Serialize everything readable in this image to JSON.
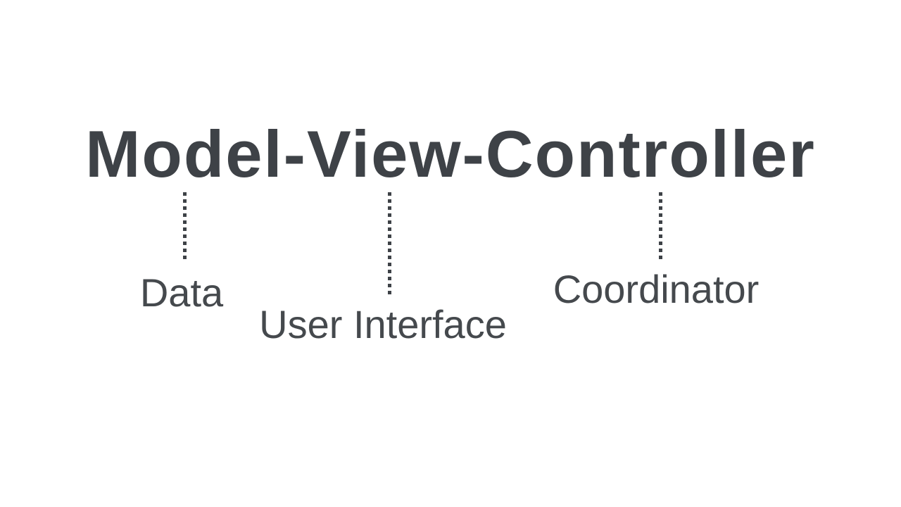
{
  "colors": {
    "background": "#ffffff",
    "title": "#3e4247",
    "line": "#3e4247",
    "label": "#45494d"
  },
  "diagram": {
    "title": "Model-View-Controller",
    "annotations": [
      {
        "term": "Model",
        "meaning": "Data"
      },
      {
        "term": "View",
        "meaning": "User Interface"
      },
      {
        "term": "Controller",
        "meaning": "Coordinator"
      }
    ]
  }
}
